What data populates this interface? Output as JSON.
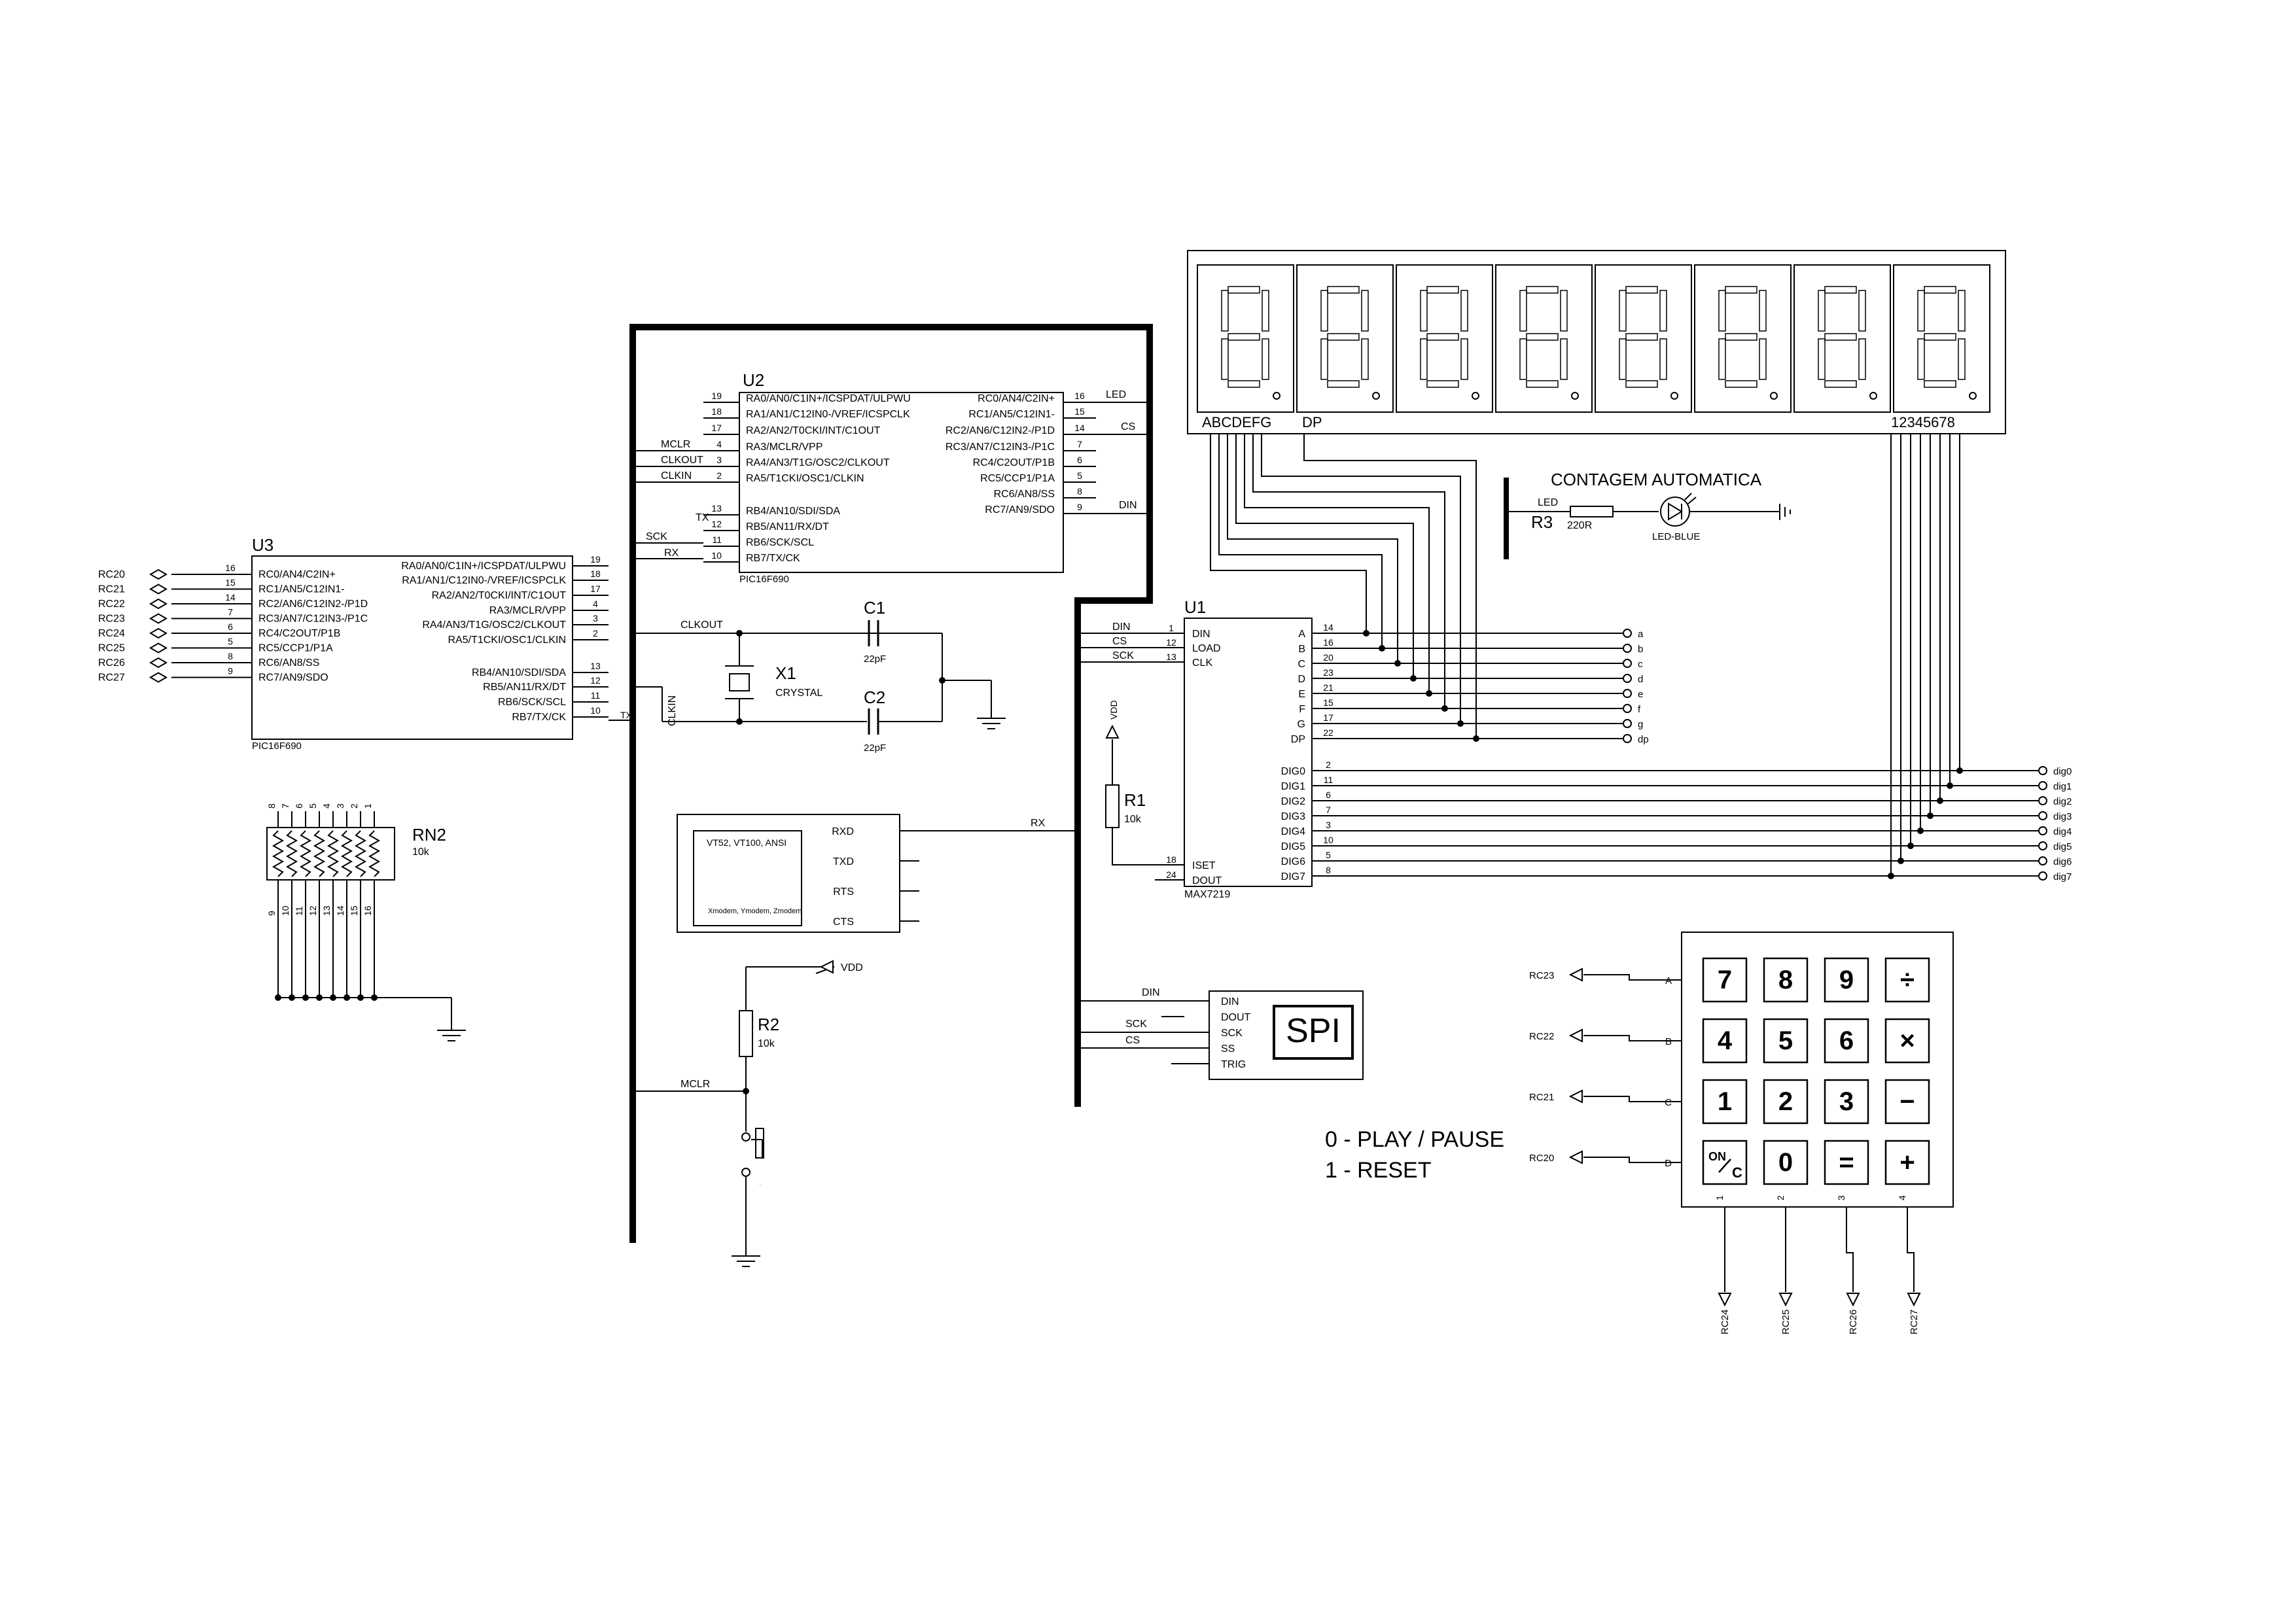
{
  "u2": {
    "ref": "U2",
    "part": "PIC16F690",
    "left_pins": [
      {
        "num": "19",
        "name": "RA0/AN0/C1IN+/ICSPDAT/ULPWU"
      },
      {
        "num": "18",
        "name": "RA1/AN1/C12IN0-/VREF/ICSPCLK"
      },
      {
        "num": "17",
        "name": "RA2/AN2/T0CKI/INT/C1OUT"
      },
      {
        "num": "4",
        "name": "RA3/MCLR/VPP"
      },
      {
        "num": "3",
        "name": "RA4/AN3/T1G/OSC2/CLKOUT"
      },
      {
        "num": "2",
        "name": "RA5/T1CKI/OSC1/CLKIN"
      },
      {
        "num": "13",
        "name": "RB4/AN10/SDI/SDA"
      },
      {
        "num": "12",
        "name": "RB5/AN11/RX/DT"
      },
      {
        "num": "11",
        "name": "RB6/SCK/SCL"
      },
      {
        "num": "10",
        "name": "RB7/TX/CK"
      }
    ],
    "right_pins": [
      {
        "num": "16",
        "name": "RC0/AN4/C2IN+"
      },
      {
        "num": "15",
        "name": "RC1/AN5/C12IN1-"
      },
      {
        "num": "14",
        "name": "RC2/AN6/C12IN2-/P1D"
      },
      {
        "num": "7",
        "name": "RC3/AN7/C12IN3-/P1C"
      },
      {
        "num": "6",
        "name": "RC4/C2OUT/P1B"
      },
      {
        "num": "5",
        "name": "RC5/CCP1/P1A"
      },
      {
        "num": "8",
        "name": "RC6/AN8/SS"
      },
      {
        "num": "9",
        "name": "RC7/AN9/SDO"
      }
    ],
    "net_labels": {
      "mclr": "MCLR",
      "clkout": "CLKOUT",
      "clkin": "CLKIN",
      "tx": "TX",
      "sck": "SCK",
      "rx": "RX",
      "led": "LED",
      "cs": "CS",
      "din": "DIN"
    }
  },
  "u3": {
    "ref": "U3",
    "part": "PIC16F690",
    "left_pins": [
      {
        "num": "16",
        "name": "RC0/AN4/C2IN+",
        "net": "RC20"
      },
      {
        "num": "15",
        "name": "RC1/AN5/C12IN1-",
        "net": "RC21"
      },
      {
        "num": "14",
        "name": "RC2/AN6/C12IN2-/P1D",
        "net": "RC22"
      },
      {
        "num": "7",
        "name": "RC3/AN7/C12IN3-/P1C",
        "net": "RC23"
      },
      {
        "num": "6",
        "name": "RC4/C2OUT/P1B",
        "net": "RC24"
      },
      {
        "num": "5",
        "name": "RC5/CCP1/P1A",
        "net": "RC25"
      },
      {
        "num": "8",
        "name": "RC6/AN8/SS",
        "net": "RC26"
      },
      {
        "num": "9",
        "name": "RC7/AN9/SDO",
        "net": "RC27"
      }
    ],
    "right_pins": [
      {
        "num": "19",
        "name": "RA0/AN0/C1IN+/ICSPDAT/ULPWU"
      },
      {
        "num": "18",
        "name": "RA1/AN1/C12IN0-/VREF/ICSPCLK"
      },
      {
        "num": "17",
        "name": "RA2/AN2/T0CKI/INT/C1OUT"
      },
      {
        "num": "4",
        "name": "RA3/MCLR/VPP"
      },
      {
        "num": "3",
        "name": "RA4/AN3/T1G/OSC2/CLKOUT"
      },
      {
        "num": "2",
        "name": "RA5/T1CKI/OSC1/CLKIN"
      },
      {
        "num": "13",
        "name": "RB4/AN10/SDI/SDA"
      },
      {
        "num": "12",
        "name": "RB5/AN11/RX/DT"
      },
      {
        "num": "11",
        "name": "RB6/SCK/SCL"
      },
      {
        "num": "10",
        "name": "RB7/TX/CK"
      }
    ],
    "tx_label": "TX"
  },
  "u1": {
    "ref": "U1",
    "part": "MAX7219",
    "left_pins": [
      {
        "num": "1",
        "name": "DIN",
        "net": "DIN"
      },
      {
        "num": "12",
        "name": "LOAD",
        "net": "CS"
      },
      {
        "num": "13",
        "name": "CLK",
        "net": "SCK"
      },
      {
        "num": "18",
        "name": "ISET",
        "net": ""
      },
      {
        "num": "24",
        "name": "DOUT",
        "net": ""
      }
    ],
    "seg_pins": [
      {
        "num": "14",
        "name": "A",
        "net": "a"
      },
      {
        "num": "16",
        "name": "B",
        "net": "b"
      },
      {
        "num": "20",
        "name": "C",
        "net": "c"
      },
      {
        "num": "23",
        "name": "D",
        "net": "d"
      },
      {
        "num": "21",
        "name": "E",
        "net": "e"
      },
      {
        "num": "15",
        "name": "F",
        "net": "f"
      },
      {
        "num": "17",
        "name": "G",
        "net": "g"
      },
      {
        "num": "22",
        "name": "DP",
        "net": "dp"
      }
    ],
    "dig_pins": [
      {
        "num": "2",
        "name": "DIG0",
        "net": "dig0"
      },
      {
        "num": "11",
        "name": "DIG1",
        "net": "dig1"
      },
      {
        "num": "6",
        "name": "DIG2",
        "net": "dig2"
      },
      {
        "num": "7",
        "name": "DIG3",
        "net": "dig3"
      },
      {
        "num": "3",
        "name": "DIG4",
        "net": "dig4"
      },
      {
        "num": "10",
        "name": "DIG5",
        "net": "dig5"
      },
      {
        "num": "5",
        "name": "DIG6",
        "net": "dig6"
      },
      {
        "num": "8",
        "name": "DIG7",
        "net": "dig7"
      }
    ]
  },
  "display": {
    "seg_label": "ABCDEFG",
    "dp_label": "DP",
    "digit_label": "12345678"
  },
  "r1": {
    "ref": "R1",
    "value": "10k",
    "vdd": "VDD"
  },
  "r2": {
    "ref": "R2",
    "value": "10k",
    "vdd": "VDD"
  },
  "r3": {
    "ref": "R3",
    "value": "220R",
    "net": "LED"
  },
  "led": {
    "label": "LED-BLUE",
    "title": "CONTAGEM AUTOMATICA"
  },
  "c1": {
    "ref": "C1",
    "value": "22pF"
  },
  "c2": {
    "ref": "C2",
    "value": "22pF"
  },
  "x1": {
    "ref": "X1",
    "value": "CRYSTAL"
  },
  "rn2": {
    "ref": "RN2",
    "value": "10k",
    "top_pins": [
      "8",
      "7",
      "6",
      "5",
      "4",
      "3",
      "2",
      "1"
    ],
    "bottom_pins": [
      "9",
      "10",
      "11",
      "12",
      "13",
      "14",
      "15",
      "16"
    ]
  },
  "terminal": {
    "modes": "VT52, VT100, ANSI",
    "protocols": "Xmodem, Ymodem, Zmodem",
    "pins": [
      "RXD",
      "TXD",
      "RTS",
      "CTS"
    ],
    "net": "RX"
  },
  "spi": {
    "title": "SPI",
    "pins": [
      "DIN",
      "DOUT",
      "SCK",
      "SS",
      "TRIG"
    ],
    "nets": {
      "din": "DIN",
      "sck": "SCK",
      "cs": "CS"
    }
  },
  "misc": {
    "clkout": "CLKOUT",
    "clkin": "CLKIN",
    "mclr": "MCLR"
  },
  "keypad": {
    "rows": [
      "A",
      "B",
      "C",
      "D"
    ],
    "row_nets": [
      "RC23",
      "RC22",
      "RC21",
      "RC20"
    ],
    "cols": [
      "1",
      "2",
      "3",
      "4"
    ],
    "col_nets": [
      "RC24",
      "RC25",
      "RC26",
      "RC27"
    ],
    "keys": [
      [
        "7",
        "8",
        "9",
        "÷"
      ],
      [
        "4",
        "5",
        "6",
        "×"
      ],
      [
        "1",
        "2",
        "3",
        "−"
      ],
      [
        "ON/C",
        "0",
        "=",
        "+"
      ]
    ]
  },
  "notes": [
    "0 - PLAY / PAUSE",
    "1 - RESET"
  ]
}
